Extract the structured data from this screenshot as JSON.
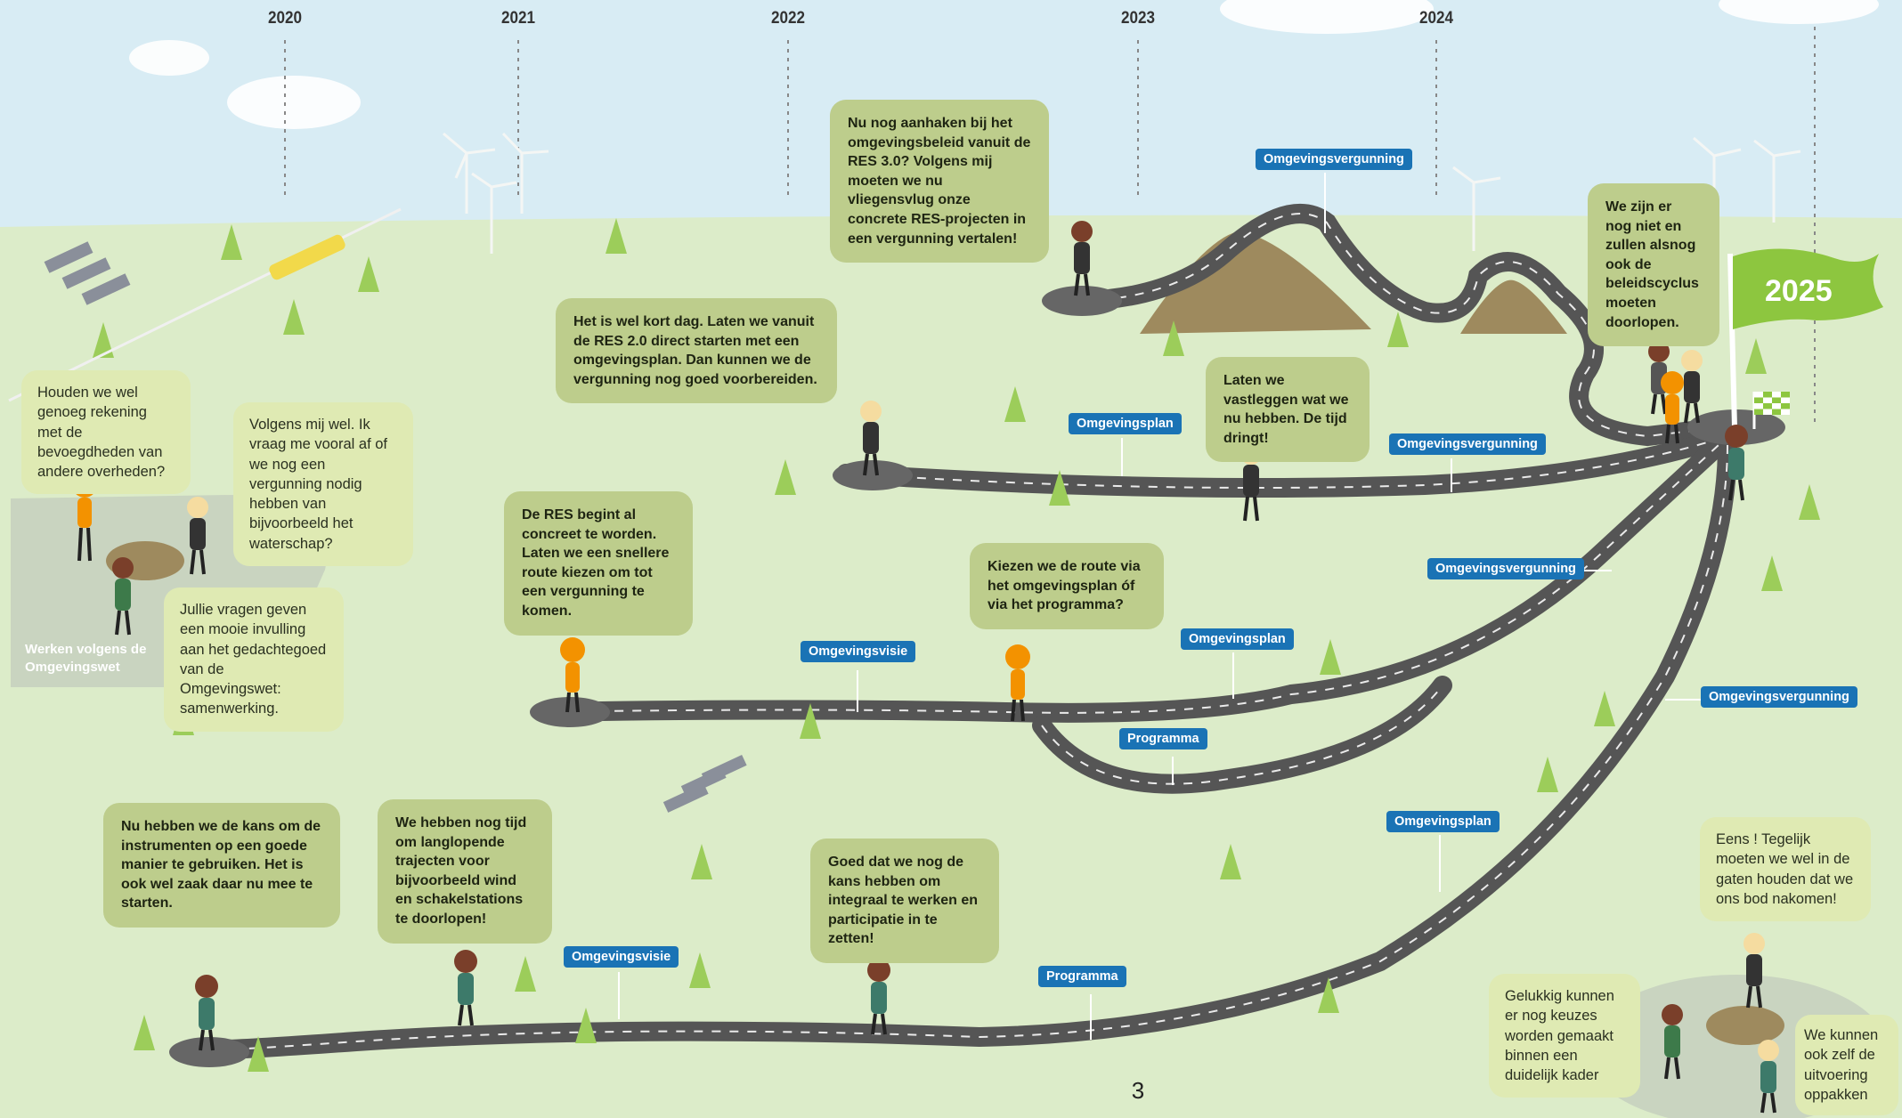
{
  "years": [
    "2020",
    "2021",
    "2022",
    "2023",
    "2024"
  ],
  "flag_year": "2025",
  "page_number": "3",
  "panel_label": "Werken volgens de Omgevingswet",
  "tags": {
    "vergunning_top": "Omgevingsvergunning",
    "plan_r2": "Omgevingsplan",
    "vergunning_r2": "Omgevingsvergunning",
    "vergunning_r3": "Omgevingsvergunning",
    "visie_r3": "Omgevingsvisie",
    "plan_r3": "Omgevingsplan",
    "programma_r3": "Programma",
    "vergunning_r4": "Omgevingsvergunning",
    "plan_r4": "Omgevingsplan",
    "visie_r4": "Omgevingsvisie",
    "programma_r4": "Programma"
  },
  "bubbles": {
    "b1": "Houden we wel genoeg rekening met de bevoegdheden van andere overheden?",
    "b2": "Volgens mij wel. Ik vraag me vooral af of we nog een vergunning nodig hebben van bijvoorbeeld het waterschap?",
    "b3": "Jullie vragen geven een mooie invulling aan het gedachtegoed van de Omgevingswet: samenwerking.",
    "b4": "Nu nog aanhaken bij het omgevingsbeleid vanuit de RES 3.0? Volgens mij moeten we nu vliegensvlug onze concrete RES-projecten in een vergunning vertalen!",
    "b5": "Het is wel kort dag. Laten we vanuit de RES 2.0 direct starten met een omgevingsplan. Dan kunnen we de vergunning nog goed voorbereiden.",
    "b6": "Laten we vastleggen wat we nu hebben. De tijd dringt!",
    "b7": "We zijn er nog niet en zullen alsnog ook de beleidscyclus moeten doorlopen.",
    "b8": "De RES begint al concreet te worden. Laten we een snellere route kiezen om tot een vergunning te komen.",
    "b9": "Kiezen we de route via het omgevingsplan óf via het programma?",
    "b10": "Nu hebben we de kans om de instrumenten op een goede manier te gebruiken. Het is ook wel zaak daar nu mee te starten.",
    "b11": "We hebben nog tijd om langlopende trajecten voor bijvoorbeeld wind en schakelstations te doorlopen!",
    "b12": "Goed dat we nog de kans hebben om integraal te werken en participatie in te zetten!",
    "b13": "Eens ! Tegelijk moeten we wel in de gaten houden dat we ons bod nakomen!",
    "b14": "Gelukkig kunnen er nog keuzes worden gemaakt binnen een duidelijk kader",
    "b15": "We kunnen ook zelf de uitvoering oppakken"
  }
}
